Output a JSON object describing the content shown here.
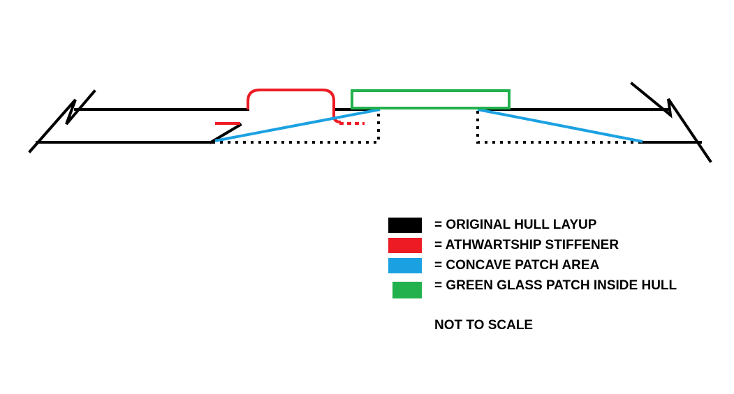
{
  "legend": {
    "items": [
      {
        "label": "= ORIGINAL HULL LAYUP",
        "color": "#000000"
      },
      {
        "label": "= ATHWARTSHIP STIFFENER",
        "color": "#ed1c24"
      },
      {
        "label": "= CONCAVE PATCH AREA",
        "color": "#1ba1e2"
      },
      {
        "label": "= GREEN GLASS PATCH INSIDE HULL",
        "color": "#22b14c"
      }
    ]
  },
  "note": "NOT TO SCALE",
  "colors": {
    "hull": "#000000",
    "stiffener": "#ed1c24",
    "concave": "#1ba1e2",
    "patch": "#22b14c"
  }
}
